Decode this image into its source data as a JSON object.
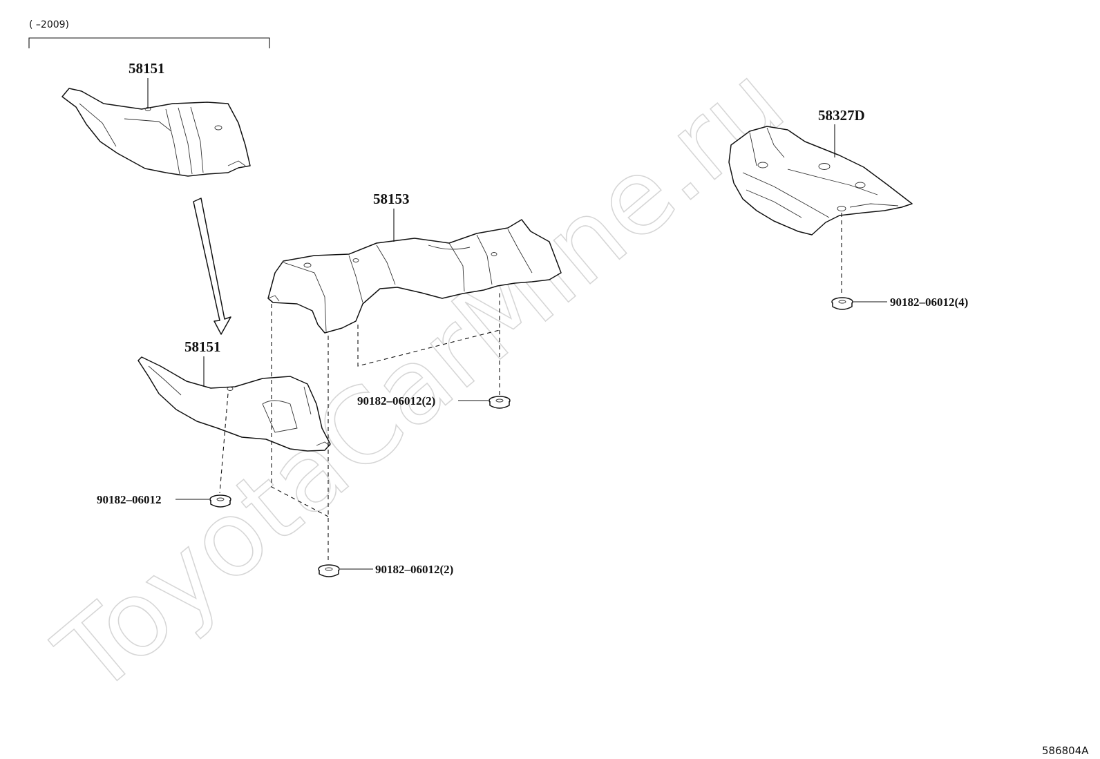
{
  "date_range_note": "(  –2009)",
  "reference_code": "586804A",
  "watermark_text": "ToyotaCarMine.ru",
  "parts": {
    "heat_insulator_upper": "58151",
    "heat_insulator_lower": "58151",
    "heat_insulator_center": "58153",
    "heat_insulator_rear": "58327D"
  },
  "fasteners": {
    "nut_single": "90182–06012",
    "nut_center_bottom": "90182–06012(2)",
    "nut_center_right": "90182–06012(2)",
    "nut_rear": "90182–06012(4)"
  },
  "colors": {
    "line": "#111111",
    "watermark": "#d6d6d6",
    "background": "#ffffff"
  }
}
